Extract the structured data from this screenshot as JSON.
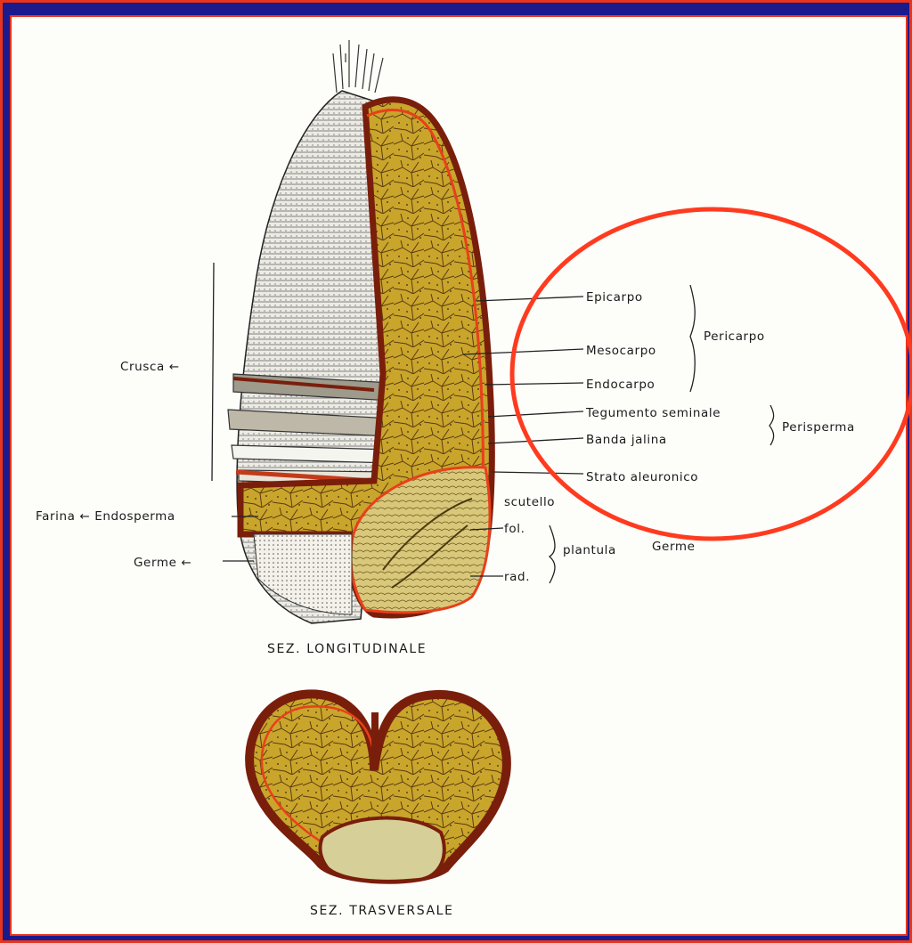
{
  "labels": {
    "epicarpo": "Epicarpo",
    "mesocarpo": "Mesocarpo",
    "endocarpo": "Endocarpo",
    "pericarpo": "Pericarpo",
    "tegumento": "Tegumento seminale",
    "banda": "Banda jalina",
    "perisperma": "Perisperma",
    "strato": "Strato aleuronico",
    "scutello": "scutello",
    "fol": "fol.",
    "rad": "rad.",
    "plantula": "plantula",
    "germe_right": "Germe",
    "crusca": "Crusca ←",
    "farina_endosperma": "Farina ← Endosperma",
    "germe_left": "Germe ←"
  },
  "captions": {
    "longitudinale": "SEZ. LONGITUDINALE",
    "trasversale": "SEZ. TRASVERSALE"
  },
  "colors": {
    "endosperm": "#c9a52c",
    "outer_layer": "#7a1e0c",
    "aleurone": "#e8401a",
    "highlight": "#ff3b1f",
    "background_frame": "#1a1a8c"
  }
}
